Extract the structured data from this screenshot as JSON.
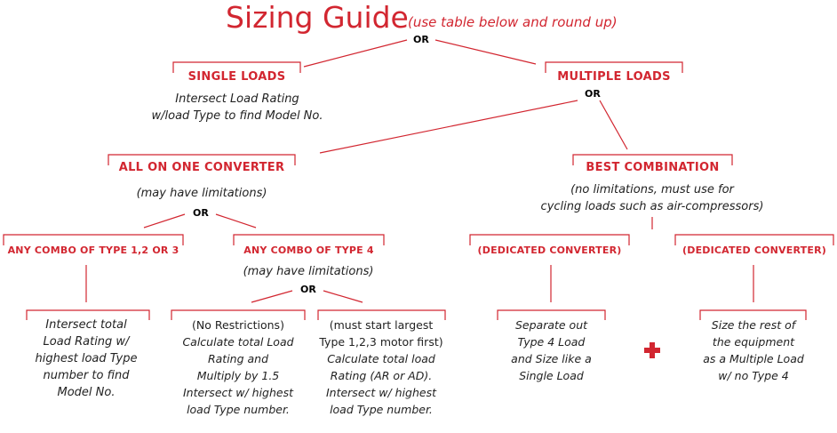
{
  "title": "Sizing Guide",
  "subtitle": "(use table below and round up)",
  "or_label": "OR",
  "single_loads": {
    "heading": "SINGLE LOADS",
    "desc": [
      "Intersect Load Rating",
      "w/load Type to find Model No."
    ]
  },
  "multiple_loads": {
    "heading": "MULTIPLE LOADS"
  },
  "all_on_one": {
    "heading": "ALL ON ONE CONVERTER",
    "note": "(may have limitations)"
  },
  "best_combination": {
    "heading": "BEST COMBINATION",
    "note": [
      "(no limitations, must use for",
      "cycling loads such as air-compressors)"
    ]
  },
  "combo_123": {
    "heading": "ANY COMBO OF TYPE 1,2 OR 3",
    "desc": [
      "Intersect total",
      "Load Rating w/",
      "highest load Type",
      "number to find",
      "Model No."
    ]
  },
  "combo_4": {
    "heading": "ANY COMBO OF TYPE 4",
    "note": "(may have limitations)",
    "left": {
      "first": "(No Restrictions)",
      "desc": [
        "Calculate total Load",
        "Rating and",
        "Multiply by 1.5",
        "Intersect w/ highest",
        "load Type number."
      ]
    },
    "right": {
      "first": [
        "(must start largest",
        "Type 1,2,3 motor first)"
      ],
      "desc": [
        "Calculate total load",
        "Rating (AR or AD).",
        "Intersect w/ highest",
        "load Type number."
      ]
    }
  },
  "dedicated_left": {
    "heading": "(DEDICATED CONVERTER)",
    "desc": [
      "Separate out",
      "Type 4 Load",
      "and Size like a",
      "Single Load"
    ]
  },
  "dedicated_right": {
    "heading": "(DEDICATED CONVERTER)",
    "desc": [
      "Size the rest of",
      "the equipment",
      "as a Multiple Load",
      "w/ no Type 4"
    ]
  },
  "colors": {
    "accent": "#d22630",
    "text": "#222222"
  },
  "icons": {
    "plus": "plus-icon"
  }
}
